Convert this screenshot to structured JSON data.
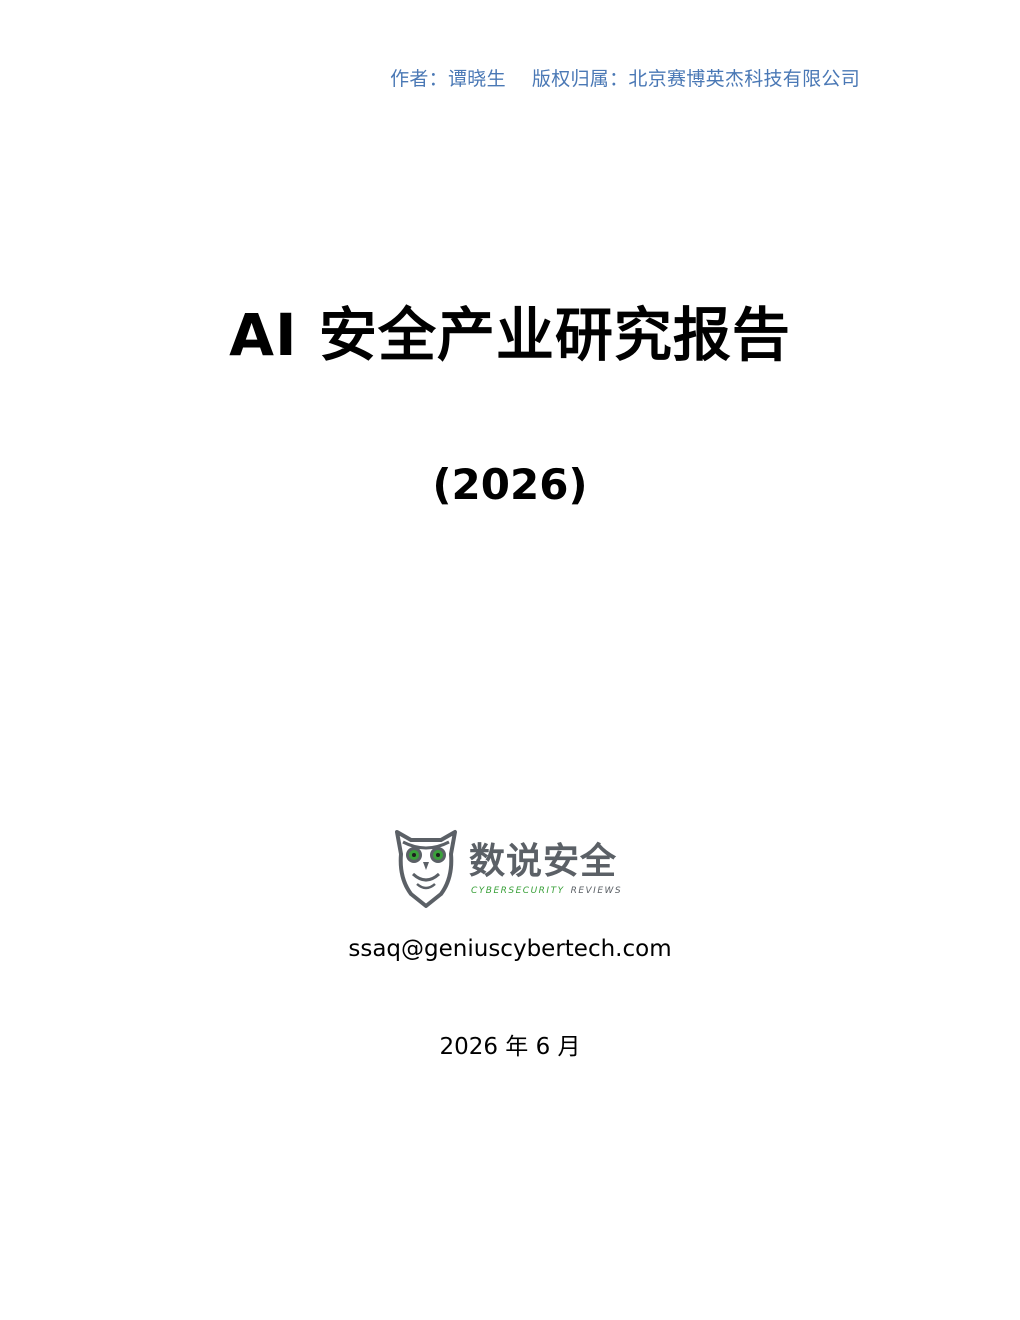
{
  "header": {
    "author": "作者：谭晓生",
    "copyright": "版权归属：北京赛博英杰科技有限公司"
  },
  "title": "AI 安全产业研究报告",
  "year": "(2026)",
  "logo": {
    "name": "数说安全",
    "subtitle_green": "CYBERSECURITY",
    "subtitle_gray": "REVIEWS",
    "icon": "owl-icon",
    "colors": {
      "gray": "#5b6066",
      "green": "#3aa13a"
    }
  },
  "email": "ssaq@geniuscybertech.com",
  "date": "2026 年 6 月",
  "colors": {
    "header_text": "#4a78b5"
  }
}
